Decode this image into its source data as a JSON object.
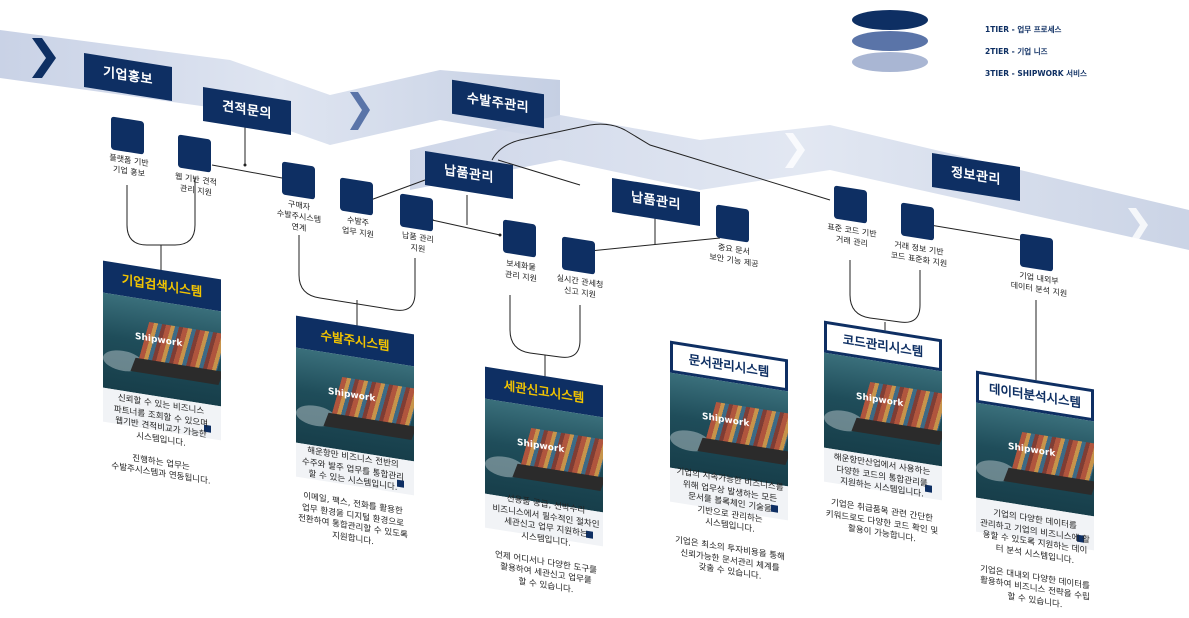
{
  "legend": [
    {
      "label": "1TIER - 업무 프로세스",
      "color": "#0e2f63"
    },
    {
      "label": "2TIER - 기업 니즈",
      "color": "#5a74a8"
    },
    {
      "label": "3TIER - SHIPWORK 서비스",
      "color": "#a9b6d3"
    }
  ],
  "process_labels": {
    "corp_pr": "기업홍보",
    "quote": "견적문의",
    "order": "수발주관리",
    "delivery": "납품관리",
    "delivery2": "납품관리",
    "info": "정보관리"
  },
  "features": {
    "platform_pr": "플랫폼 기반\n기업 홍보",
    "web_quote": "웹 기반 견적\n관리 지원",
    "buyer_link": "구매자\n수발주시스템\n연계",
    "order_support": "수발주\n업무 지원",
    "delivery_support": "납품 관리\n지원",
    "bonded": "보세화물\n관리 지원",
    "customs": "실시간 관세청\n신고 지원",
    "doc_security": "중요 문서\n보안 기능 제공",
    "std_code": "표준 코드 기반\n거래 관리",
    "code_std": "거래 정보 기반\n코드 표준화 지원",
    "data_analysis": "기업 내외부\n데이터 분석 지원"
  },
  "systems": [
    {
      "title": "기업검색시스템",
      "brand": "Shipwork",
      "desc": "신뢰할 수 있는 비즈니스\n파트너를 조회할 수 있으며\n웹기반 견적비교가 가능한\n시스템입니다.\n\n진행하는 업무는\n수발주시스템과 연동됩니다."
    },
    {
      "title": "수발주시스템",
      "brand": "Shipwork",
      "desc": "해운항만 비즈니스 전반의\n수주와 발주 업무를 통합관리\n할 수 있는 시스템입니다.\n\n이메일, 팩스, 전화를 활용한\n업무 환경을 디지털 환경으로\n전환하여 통합관리할 수 있도록\n지원합니다."
    },
    {
      "title": "세관신고시스템",
      "brand": "Shipwork",
      "desc": "선용품 공급, 선박수리\n비즈니스에서 필수적인 절차인\n세관신고 업무 지원하는\n시스템입니다.\n\n언제 어디서나 다양한 도구를\n활용하여 세관신고 업무를\n할 수 있습니다."
    },
    {
      "title": "문서관리시스템",
      "brand": "Shipwork",
      "desc": "기업의 지속가능한 비즈니스를\n위해 업무상 발생하는 모든\n문서를 블록체인 기술을\n기반으로 관리하는\n시스템입니다.\n\n기업은 최소의 투자비용을 통해\n신뢰가능한 문서관리 체계를\n갖출 수 있습니다."
    },
    {
      "title": "코드관리시스템",
      "brand": "Shipwork",
      "desc": "해운항만산업에서 사용하는\n다양한 코드의 통합관리를\n지원하는 시스템입니다.\n\n기업은 취급품목 관련 간단한\n키워드로도 다양한 코드 확인 및\n활용이 가능합니다."
    },
    {
      "title": "데이터분석시스템",
      "brand": "Shipwork",
      "desc": "기업의 다양한 데이터를\n관리하고 기업의 비즈니스에 활\n용할 수 있도록 지원하는 데이\n터 분석 시스템입니다.\n\n기업은 대내외 다양한 데이터를\n활용하여 비즈니스 전략을 수립\n할 수 있습니다."
    }
  ]
}
